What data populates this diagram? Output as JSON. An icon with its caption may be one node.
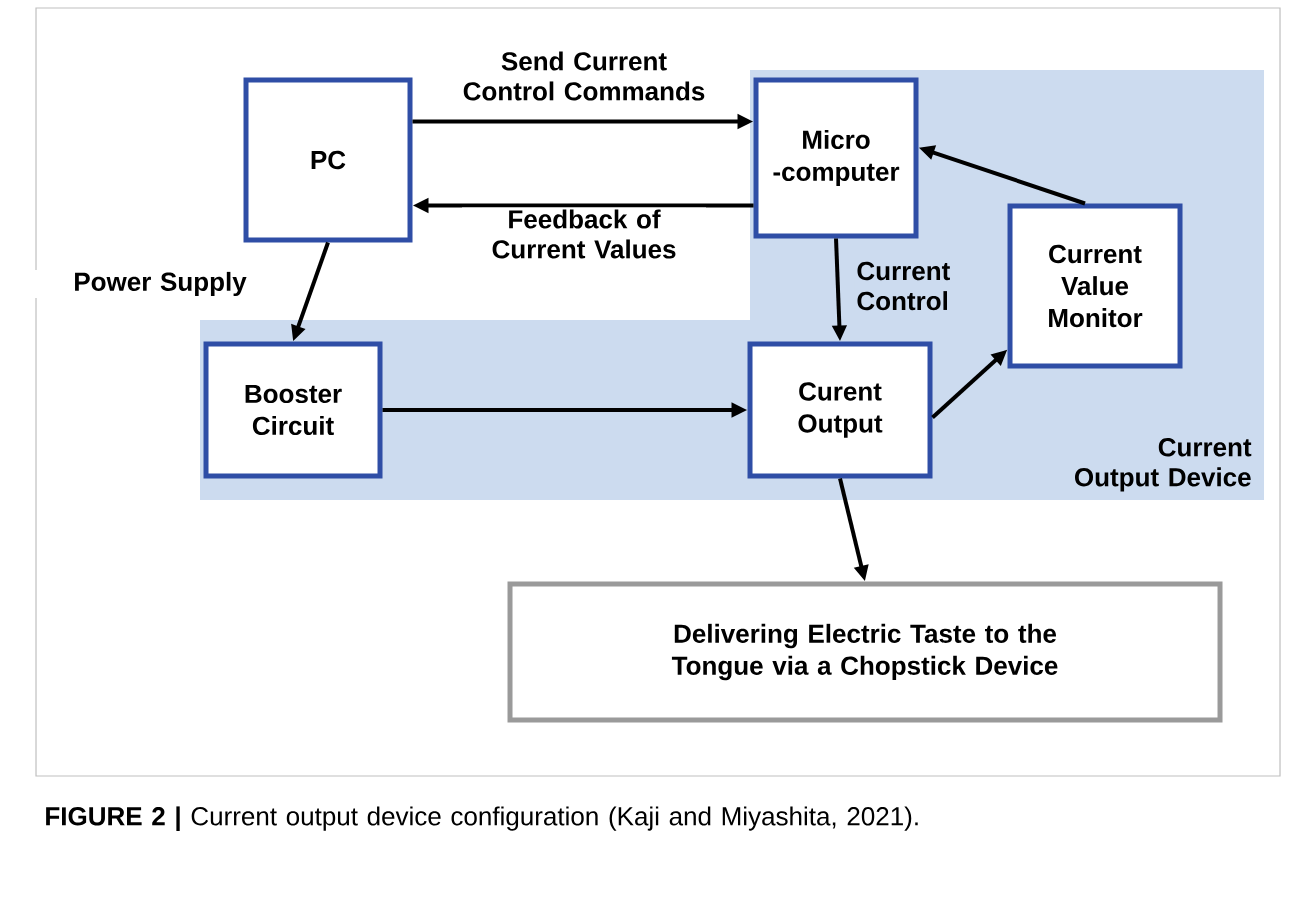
{
  "diagram": {
    "caption": "**FIGURE 2 |** Current output device configuration (Kaji and Miyashita, 2021).",
    "nodes": [
      {
        "text": [
          "Current Output Device"
        ]
      },
      {
        "text": [
          "PC"
        ]
      },
      {
        "text": [
          "Micro -computer"
        ],
        "in": 0
      },
      {
        "text": [
          "Current Value Monitor"
        ],
        "in": 0
      },
      {
        "text": [
          "Booster Circuit"
        ],
        "in": 0
      },
      {
        "text": [
          "Curent Output"
        ],
        "in": 0
      },
      {
        "text": [
          "Delivering Electric Taste to the Tongue via a Chopstick Device"
        ]
      }
    ],
    "edges": [
      {
        "from": 1,
        "to": 2,
        "arrow": "to",
        "label": "Send Current Control Commands"
      },
      {
        "from": 2,
        "to": 1,
        "arrow": "to",
        "label": "Feedback of Current Values"
      },
      {
        "from": 1,
        "to": 4,
        "arrow": "to",
        "label": "Power Supply"
      },
      {
        "from": 2,
        "to": 5,
        "arrow": "to",
        "label": "Current Control"
      },
      {
        "from": 4,
        "to": 5,
        "arrow": "to"
      },
      {
        "from": 5,
        "to": 3,
        "arrow": "to"
      },
      {
        "from": 3,
        "to": 2,
        "arrow": "to"
      },
      {
        "from": 5,
        "to": 6,
        "arrow": "to"
      }
    ]
  }
}
